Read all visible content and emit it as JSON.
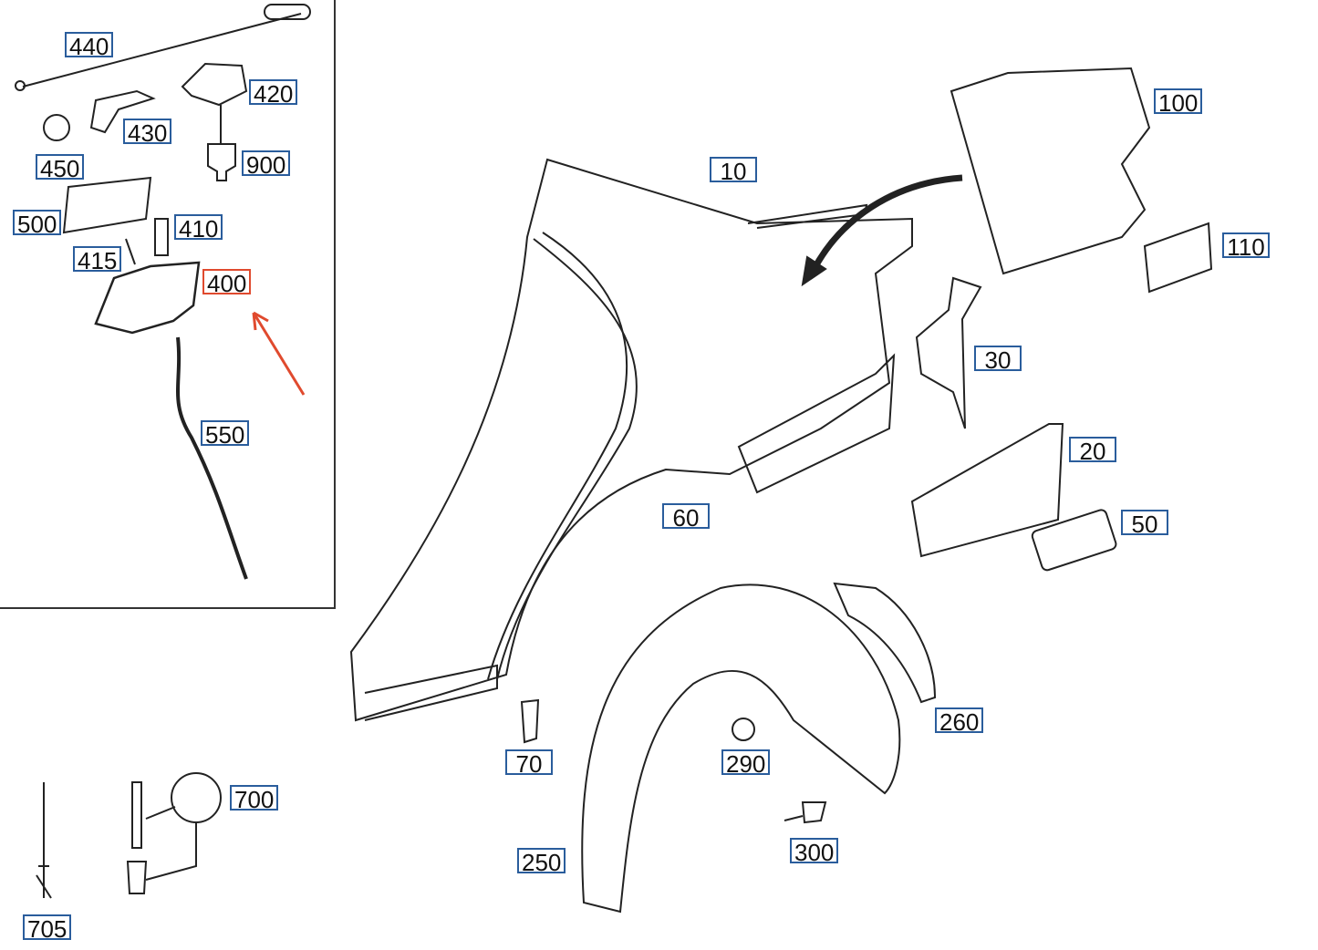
{
  "diagram": {
    "title": "Rear quarter panel and fuel filler flap parts diagram",
    "selected_part": "400",
    "highlight_color": "#e04a2e",
    "label_border_color": "#2a5d9c",
    "labels": {
      "p440": "440",
      "p420": "420",
      "p430": "430",
      "p450": "450",
      "p900": "900",
      "p500": "500",
      "p410": "410",
      "p415": "415",
      "p400": "400",
      "p550": "550",
      "p10": "10",
      "p100": "100",
      "p110": "110",
      "p30": "30",
      "p20": "20",
      "p50": "50",
      "p60": "60",
      "p70": "70",
      "p290": "290",
      "p260": "260",
      "p250": "250",
      "p300": "300",
      "p700": "700",
      "p705": "705"
    }
  }
}
